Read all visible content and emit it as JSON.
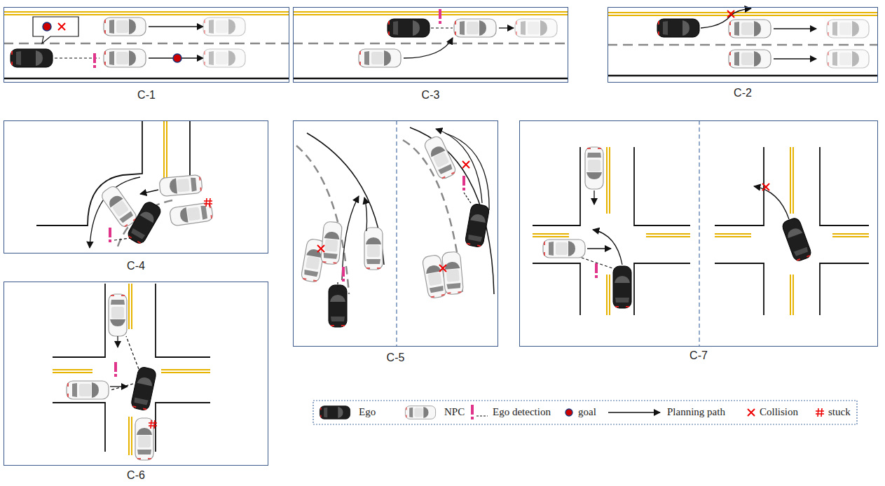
{
  "diagram": {
    "nodes": [
      {
        "text": [
          "C-1"
        ]
      },
      {
        "text": [
          "C-3"
        ]
      },
      {
        "text": [
          "C-2"
        ]
      },
      {
        "text": [
          "C-4"
        ]
      },
      {
        "text": [
          "C-5"
        ]
      },
      {
        "text": [
          "C-7"
        ]
      },
      {
        "text": [
          "C-6"
        ]
      }
    ],
    "legend": [
      {
        "text": "Ego"
      },
      {
        "text": "NPC"
      },
      {
        "text": "Ego detection"
      },
      {
        "text": "goal"
      },
      {
        "text": "Planning path"
      },
      {
        "text": "Collision"
      },
      {
        "text": "stuck"
      }
    ]
  }
}
